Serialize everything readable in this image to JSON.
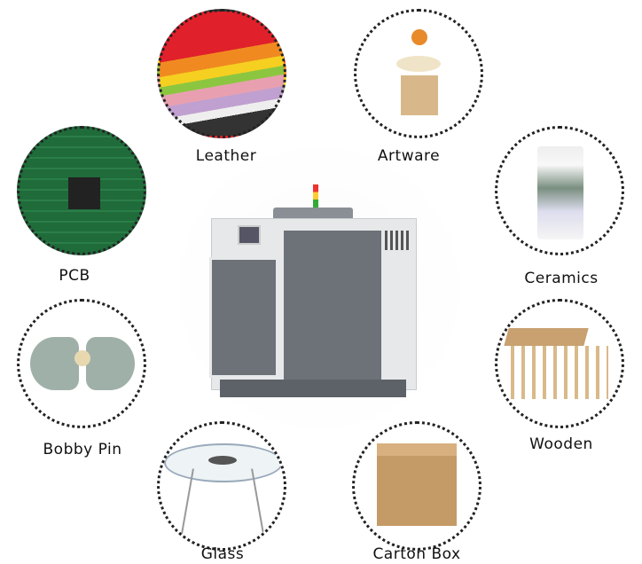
{
  "items": [
    {
      "label": "Leather"
    },
    {
      "label": "Artware"
    },
    {
      "label": "PCB"
    },
    {
      "label": "Ceramics"
    },
    {
      "label": "Bobby Pin"
    },
    {
      "label": "Wooden"
    },
    {
      "label": "Glass"
    },
    {
      "label": "Carton Box"
    }
  ],
  "colors": {
    "pcb": "#1f6b3a",
    "machine_body": "#6d7278",
    "machine_frame": "#e6e8ea",
    "carton": "#c49a66",
    "wood": "#d9b98a"
  }
}
